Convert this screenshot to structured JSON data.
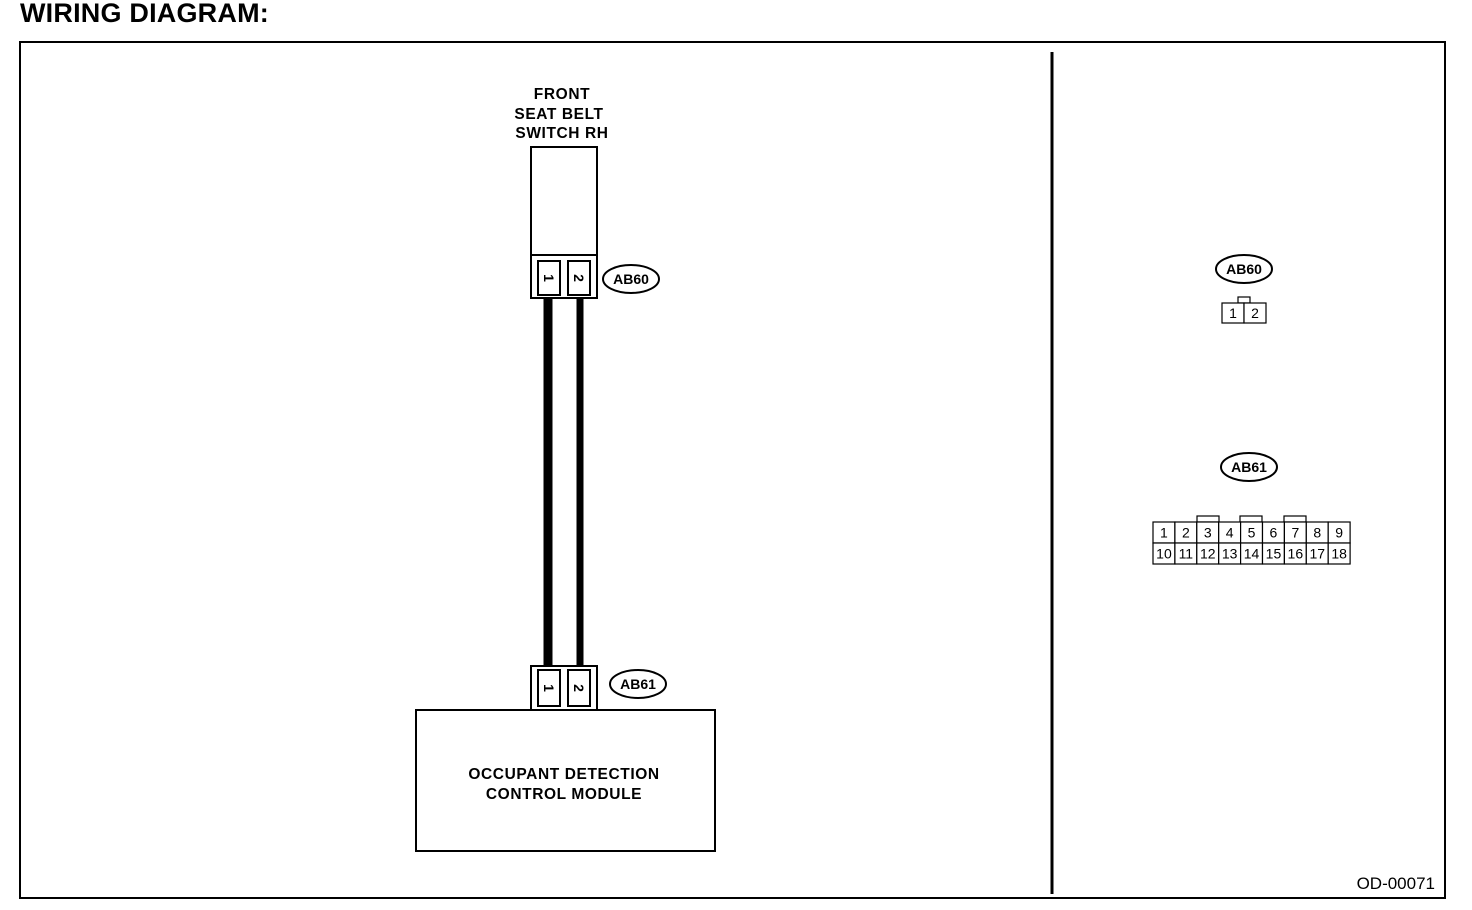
{
  "heading": "WIRING DIAGRAM:",
  "components": {
    "switch_label": [
      "FRONT",
      "SEAT BELT",
      "SWITCH RH"
    ],
    "module_label": [
      "OCCUPANT DETECTION",
      "CONTROL MODULE"
    ]
  },
  "connectors": {
    "ab60": {
      "tag": "AB60",
      "pins": [
        "1",
        "2"
      ]
    },
    "ab61": {
      "tag": "AB61",
      "pins": [
        "1",
        "2"
      ]
    }
  },
  "connector_views": {
    "ab60": {
      "tag": "AB60",
      "rows": [
        [
          "1",
          "2"
        ]
      ]
    },
    "ab61": {
      "tag": "AB61",
      "rows": [
        [
          "1",
          "2",
          "3",
          "4",
          "5",
          "6",
          "7",
          "8",
          "9"
        ],
        [
          "10",
          "11",
          "12",
          "13",
          "14",
          "15",
          "16",
          "17",
          "18"
        ]
      ]
    }
  },
  "figure_code": "OD-00071"
}
